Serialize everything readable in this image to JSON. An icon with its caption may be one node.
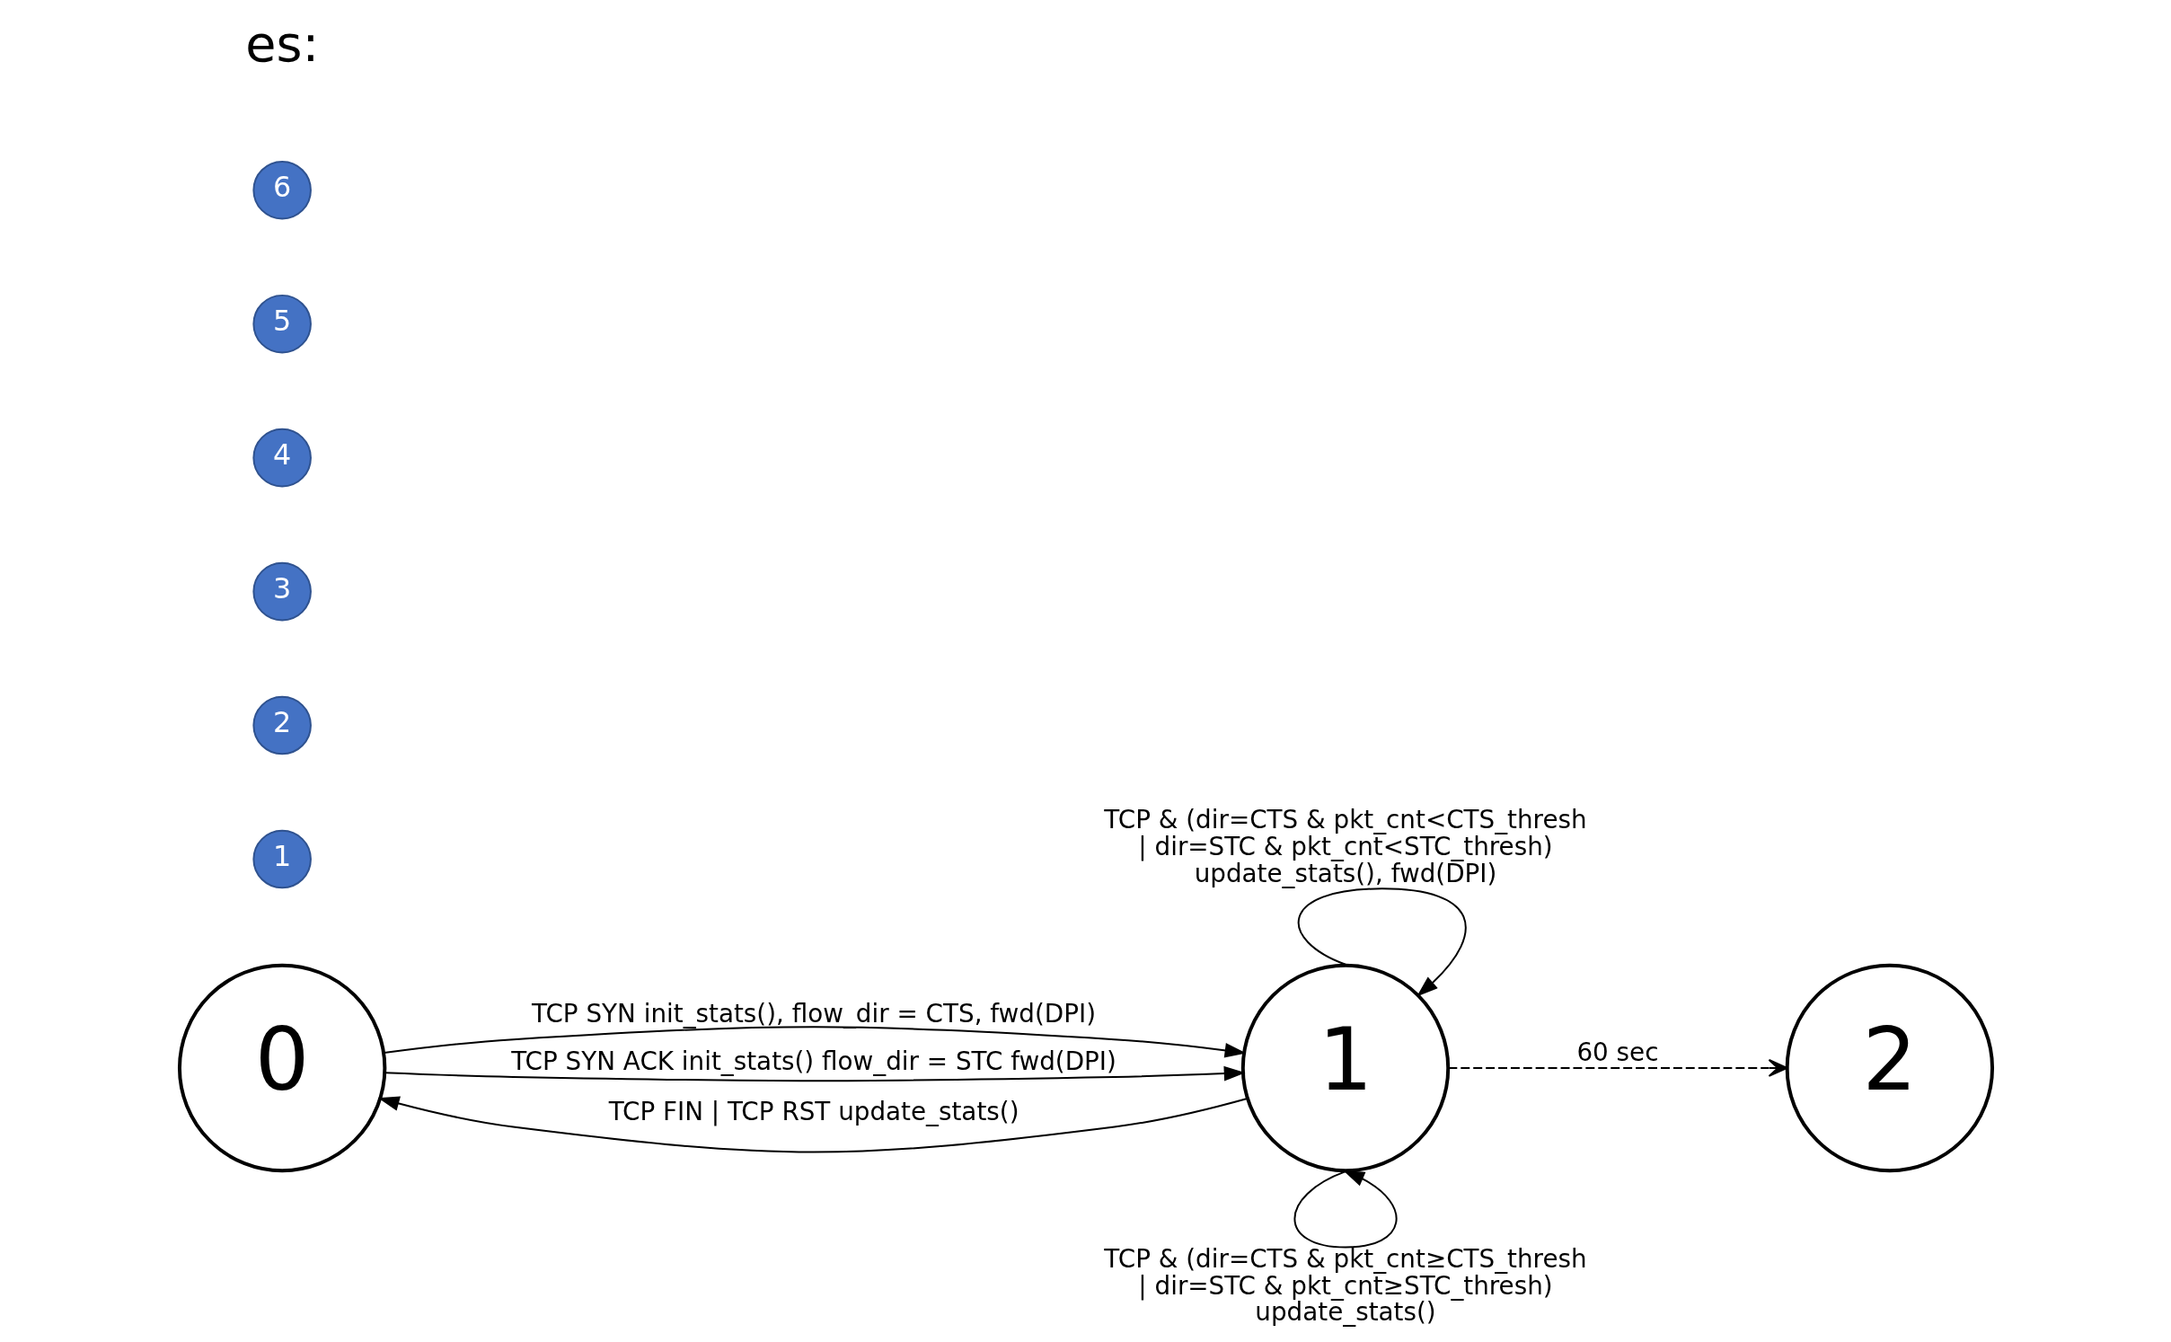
{
  "diagram": {
    "nodes": [
      {
        "text": [
          "0"
        ]
      },
      {
        "text": [
          "1"
        ]
      },
      {
        "text": [
          "2"
        ]
      },
      {
        "text": [
          "1"
        ]
      },
      {
        "text": [
          "2"
        ]
      },
      {
        "text": [
          "3"
        ]
      },
      {
        "text": [
          "4"
        ]
      },
      {
        "text": [
          "5"
        ]
      },
      {
        "text": [
          "6"
        ]
      }
    ],
    "edges": [
      {
        "from": 0,
        "to": 1,
        "arrow": "to",
        "label": "TCP SYN init_stats(), flow_dir = CTS, fwd(DPI)"
      },
      {
        "from": 0,
        "to": 1,
        "arrow": "to",
        "label": "TCP SYN ACK init_stats() flow_dir = STC fwd(DPI)"
      },
      {
        "from": 1,
        "to": 1,
        "arrow": "to",
        "label": "TCP & (dir=CTS & pkt_cnt<CTS_thresh | dir=STC & pkt_cnt<STC_thresh) update_stats(), fwd(DPI)"
      },
      {
        "from": 1,
        "to": 1,
        "arrow": "to",
        "label": "TCP & (dir=CTS & pkt_cnt≥CTS_thresh | dir=STC & pkt_cnt≥STC_thresh) update_stats()"
      },
      {
        "from": 1,
        "to": 0,
        "arrow": "to",
        "label": "TCP FIN | TCP RST update_stats()"
      },
      {
        "from": 1,
        "to": 2,
        "arrow": "to",
        "label": "60 sec",
        "style": "dashed"
      }
    ],
    "labels": [
      "es:"
    ]
  }
}
